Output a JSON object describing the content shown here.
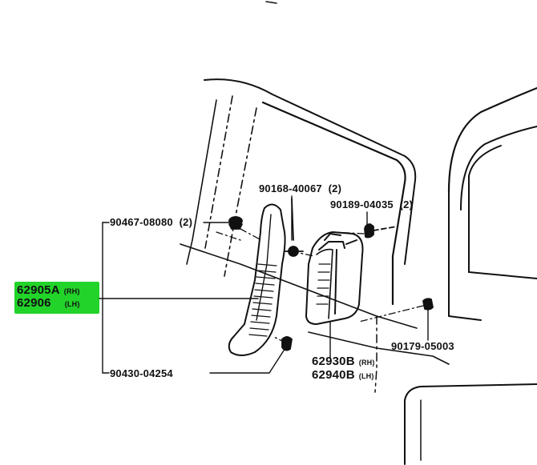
{
  "highlight_color": "#22d32a",
  "line_color": "#111111",
  "parts": {
    "p1": {
      "number": "90467-08080",
      "qty": "(2)"
    },
    "p2": {
      "number": "90168-40067",
      "qty": "(2)"
    },
    "p3": {
      "number": "90189-04035",
      "qty": "(2)"
    },
    "p4": {
      "number": "62905A",
      "side": "(RH)"
    },
    "p5": {
      "number": "62906",
      "side": "(LH)"
    },
    "p6": {
      "number": "90179-05003"
    },
    "p7": {
      "number": "62930B",
      "side": "(RH)"
    },
    "p8": {
      "number": "62940B",
      "side": "(LH)"
    },
    "p9": {
      "number": "90430-04254"
    }
  }
}
